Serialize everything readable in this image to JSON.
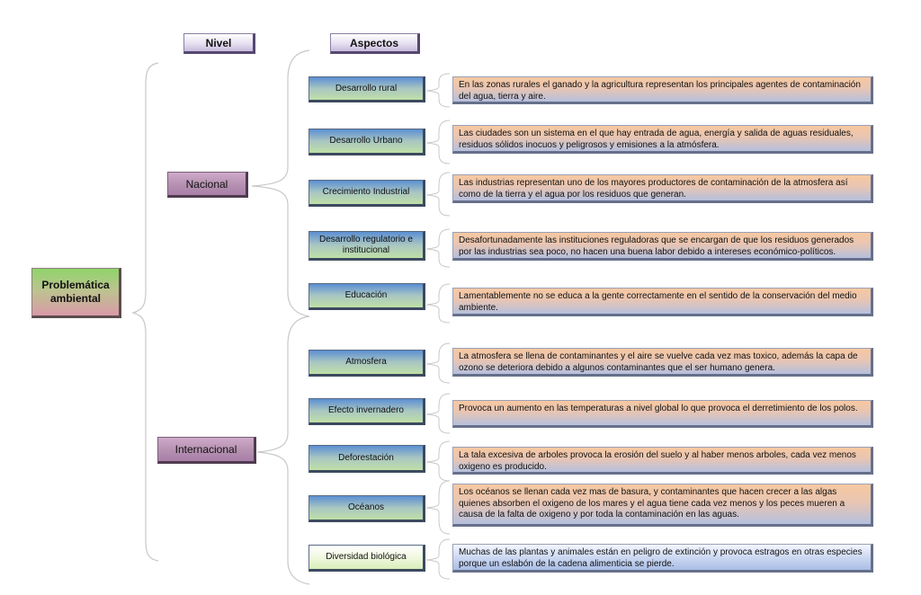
{
  "headers": {
    "nivel": "Nivel",
    "aspectos": "Aspectos"
  },
  "root": {
    "label": "Problemática ambiental"
  },
  "levels": [
    {
      "label": "Nacional"
    },
    {
      "label": "Internacional"
    }
  ],
  "aspects": [
    {
      "label": "Desarrollo rural",
      "description": "En las zonas rurales el ganado y la agricultura representan los principales agentes de contaminación del agua, tierra y aire."
    },
    {
      "label": "Desarrollo Urbano",
      "description": "Las ciudades son un sistema en el que hay entrada de agua, energía y salida de aguas residuales, residuos sólidos inocuos y peligrosos y emisiones a la atmósfera."
    },
    {
      "label": "Crecimiento Industrial",
      "description": "Las industrias representan uno de los mayores productores de contaminación de la atmosfera así como de la tierra y el agua por los residuos que generan."
    },
    {
      "label": "Desarrollo regulatorio e institucional",
      "description": "Desafortunadamente las instituciones reguladoras que se encargan de que los residuos generados por las industrias sea poco, no hacen una buena labor debido a intereses económico-políticos."
    },
    {
      "label": "Educación",
      "description": "Lamentablemente no se educa a la gente correctamente en el sentido de la conservación del medio ambiente."
    },
    {
      "label": "Atmosfera",
      "description": "La atmosfera se llena de contaminantes y el aire se vuelve cada vez mas toxico, además la capa de ozono se deteriora debido a algunos contaminantes que el ser humano genera."
    },
    {
      "label": "Efecto invernadero",
      "description": "Provoca un aumento en las temperaturas a nivel global lo que provoca el derretimiento de los polos."
    },
    {
      "label": "Deforestación",
      "description": "La tala excesiva de arboles provoca la erosión del suelo y al haber menos arboles, cada vez menos oxigeno es producido."
    },
    {
      "label": "Océanos",
      "description": "Los océanos se llenan cada vez mas de basura, y contaminantes que hacen crecer a las algas quienes absorben el oxigeno de los mares y el agua tiene cada vez menos y los peces mueren a causa de la falta de oxigeno y por toda la contaminación en las aguas."
    },
    {
      "label": "Diversidad biológica",
      "description": "Muchas de las plantas y animales están en peligro de extinción y provoca estragos en otras especies porque un eslabón de la cadena alimenticia se pierde."
    }
  ]
}
